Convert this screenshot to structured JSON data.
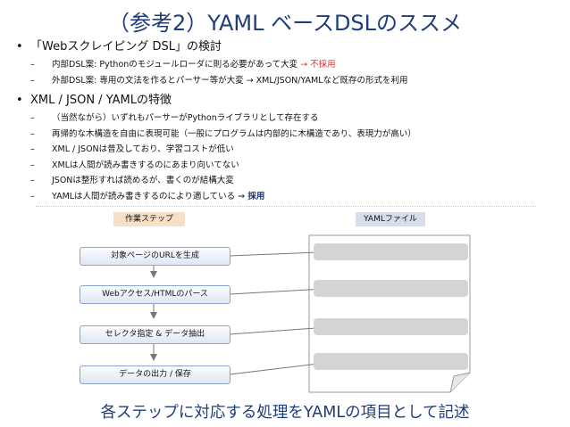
{
  "title": "（参考2）YAML ベースDSLのススメ",
  "sections": [
    {
      "heading": "「Webスクレイピング DSL」の検討",
      "items": [
        {
          "text": "内部DSL案: Pythonのモジュールローダに則る必要があって大変",
          "suffix": "→ 不採用"
        },
        {
          "text": "外部DSL案: 専用の文法を作るとパーサー等が大変 → XML/JSON/YAMLなど既存の形式を利用",
          "suffix": ""
        }
      ]
    },
    {
      "heading": "XML / JSON / YAMLの特徴",
      "items": [
        {
          "text": "（当然ながら）いずれもパーサーがPythonライブラリとして存在する",
          "suffix": ""
        },
        {
          "text": "再帰的な木構造を自由に表現可能（一般にプログラムは内部的に木構造であり、表現力が高い）",
          "suffix": ""
        },
        {
          "text": "XML / JSONは普及しており、学習コストが低い",
          "suffix": ""
        },
        {
          "text": "XMLは人間が読み書きするのにあまり向いてない",
          "suffix": ""
        },
        {
          "text": "JSONは整形すれば読めるが、書くのが結構大変",
          "suffix": ""
        },
        {
          "text": "YAMLは人間が読み書きするのにより適している",
          "suffix": "→ 採用"
        }
      ]
    }
  ],
  "bullet_symbol": "•",
  "dash_symbol": "–",
  "diagram": {
    "steps_label": "作業ステップ",
    "yaml_label": "YAMLファイル",
    "steps": [
      "対象ページのURLを生成",
      "Webアクセス/HTMLのパース",
      "セレクタ指定 & データ抽出",
      "データの出力 / 保存"
    ]
  },
  "caption": "各ステップに対応する処理をYAMLの項目として記述",
  "colors": {
    "title": "#1f3d7a",
    "reject": "#d9302c",
    "adopt": "#1f3d7a",
    "step_border": "#8aa6cf"
  }
}
